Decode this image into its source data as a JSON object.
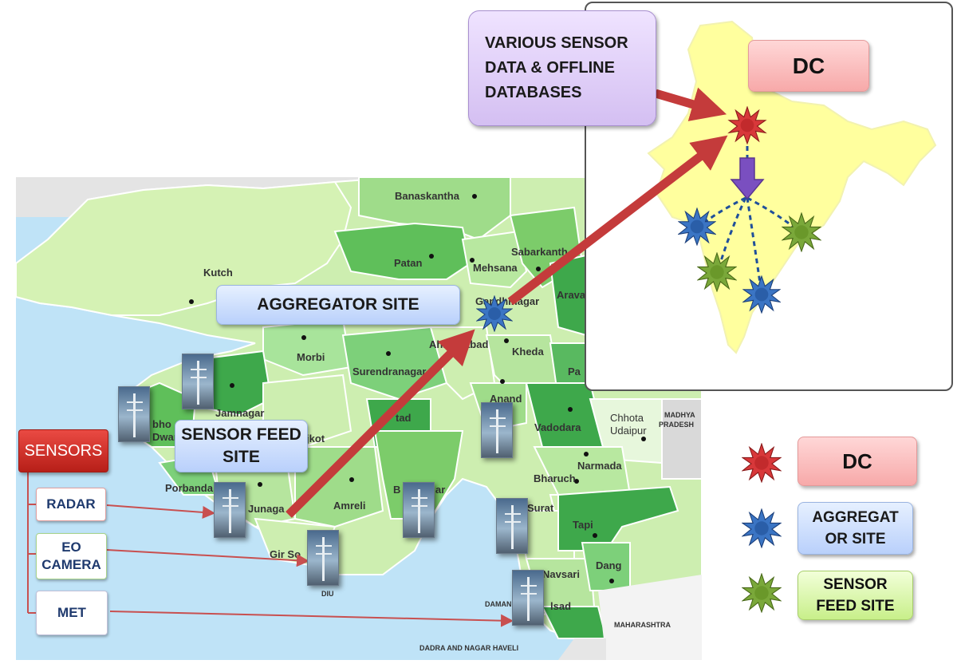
{
  "districts": {
    "banaskantha": "Banaskantha",
    "kutch": "Kutch",
    "patan": "Patan",
    "mehsana": "Mehsana",
    "sabarkantha": "Sabarkanth",
    "gandhinagar": "Gandhinagar",
    "aravalli": "Arava",
    "morbi": "Morbi",
    "surendranagar": "Surendranagar",
    "ahmedabad": "Ahmedabad",
    "kheda": "Kheda",
    "jamnagar": "Jamnagar",
    "devbhoomi": "bho",
    "dwarka": "Dwar",
    "rajkot": "jkot",
    "botad": "tad",
    "anand": "Anand",
    "panchmahal": "Pa",
    "vadodara": "Vadodara",
    "chhota_udaipur_1": "Chhota",
    "chhota_udaipur_2": "Udaipur",
    "madhya_pradesh_1": "MADHYA",
    "madhya_pradesh_2": "PRADESH",
    "porbandar": "Porbanda",
    "junagadh": "Junaga",
    "amreli": "Amreli",
    "bhavnagar": "B",
    "bhavnagar_end": "ar",
    "narmada": "Narmada",
    "bharuch": "Bharuch",
    "surat": "Surat",
    "tapi": "Tapi",
    "gir_somnath": "Gir So",
    "diu": "DIU",
    "navsari": "Navsari",
    "dang": "Dang",
    "daman": "DAMAN",
    "valsad": "lsad",
    "maharashtra": "MAHARASHTRA",
    "dadra": "DADRA AND NAGAR HAVELI"
  },
  "boxes": {
    "aggregator": "AGGREGATOR SITE",
    "sensor_feed_1": "SENSOR FEED",
    "sensor_feed_2": "SITE",
    "various_1": "VARIOUS SENSOR",
    "various_2": "DATA & OFFLINE",
    "various_3": "DATABASES",
    "dc_top": "DC"
  },
  "sensors": {
    "title": "SENSORS",
    "radar": "RADAR",
    "eo_1": "EO",
    "eo_2": "CAMERA",
    "met": "MET"
  },
  "legend": {
    "dc": "DC",
    "aggregator_1": "AGGREGAT",
    "aggregator_2": "OR SITE",
    "sensor_feed_1": "SENSOR",
    "sensor_feed_2": "FEED SITE"
  },
  "colors": {
    "dc_star": "#d8383a",
    "aggregator_star": "#3b75c4",
    "sensor_feed_star": "#7aa83a",
    "arrow": "#c43b3b",
    "map_land": "#cdeeb0",
    "sea": "#bfe3f7",
    "india": "#ffff9e"
  }
}
